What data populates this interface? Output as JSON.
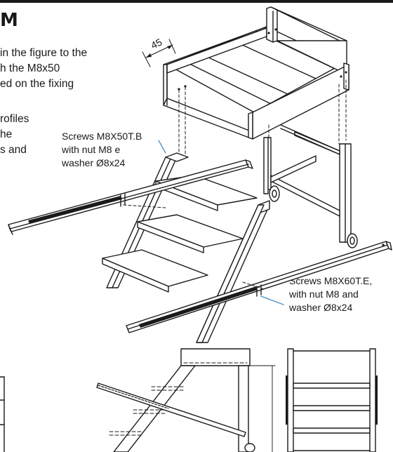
{
  "page": {
    "heading": "M",
    "instructions": [
      "in the figure to the",
      "h the M8x50",
      "ed on the fixing",
      "rofiles",
      "he",
      "s and"
    ],
    "dimension_label": "45",
    "callout_top": [
      "Screws M8X50T.B",
      "with nut M8 e",
      "washer Ø8x24"
    ],
    "callout_bottom": [
      "Screws M8X60T.E,",
      "with nut M8 and",
      "washer Ø8x24"
    ]
  }
}
